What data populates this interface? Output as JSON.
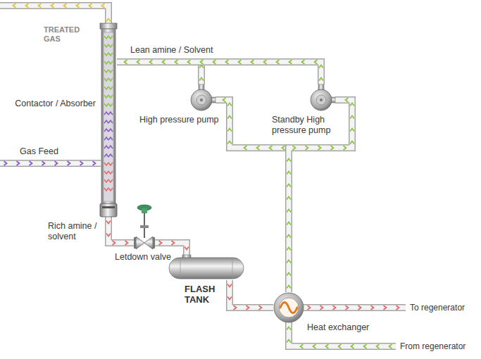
{
  "diagram": {
    "nodes": [
      {
        "text": [
          "Contactor / Absorber"
        ]
      },
      {
        "text": [
          "High pressure pump"
        ]
      },
      {
        "text": [
          "Standby High pressure pump"
        ]
      },
      {
        "text": [
          "Letdown valve"
        ]
      },
      {
        "text": [
          "FLASH TANK"
        ]
      },
      {
        "text": [
          "Heat exchanger"
        ]
      }
    ],
    "edges": [
      {
        "from": 0,
        "to": 3,
        "arrow": "to"
      },
      {
        "from": 3,
        "to": 4,
        "arrow": "to"
      },
      {
        "from": 4,
        "to": 5,
        "arrow": "to"
      },
      {
        "from": 5,
        "to": 1,
        "arrow": "to"
      },
      {
        "from": 5,
        "to": 2,
        "arrow": "to"
      },
      {
        "from": 1,
        "to": 0,
        "arrow": "to"
      },
      {
        "from": 2,
        "to": 0,
        "arrow": "to"
      }
    ],
    "labels": [
      "TREATED GAS",
      "Lean amine / Solvent",
      "Gas Feed",
      "Rich amine / solvent",
      "To regenerator",
      "From regenerator"
    ]
  }
}
